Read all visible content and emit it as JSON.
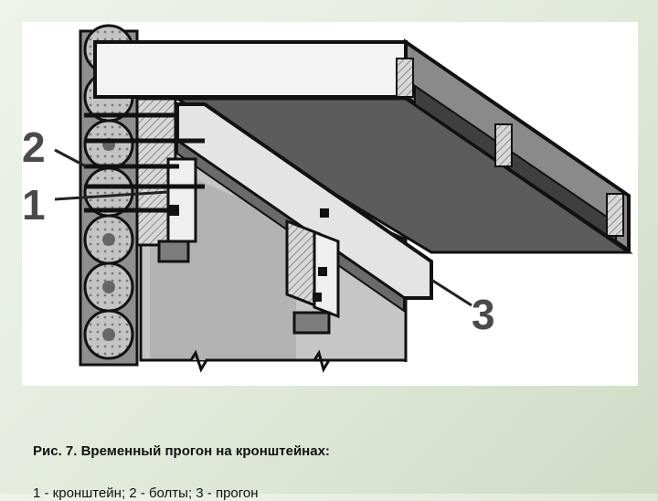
{
  "figure": {
    "caption": "Рис. 7. Временный прогон на кронштейнах:",
    "legend": "1 - кронштейн; 2 - болты; 3 - прогон",
    "callouts": [
      "2",
      "1",
      "3"
    ]
  },
  "colors": {
    "background": "#e6ede0",
    "panel": "#ffffff",
    "wood_light": "#f2f2f2",
    "wood_mid": "#b9b9b9",
    "deck_dark": "#5a5a5a",
    "wall_shade": "#bdbdbd",
    "ink": "#111111"
  }
}
